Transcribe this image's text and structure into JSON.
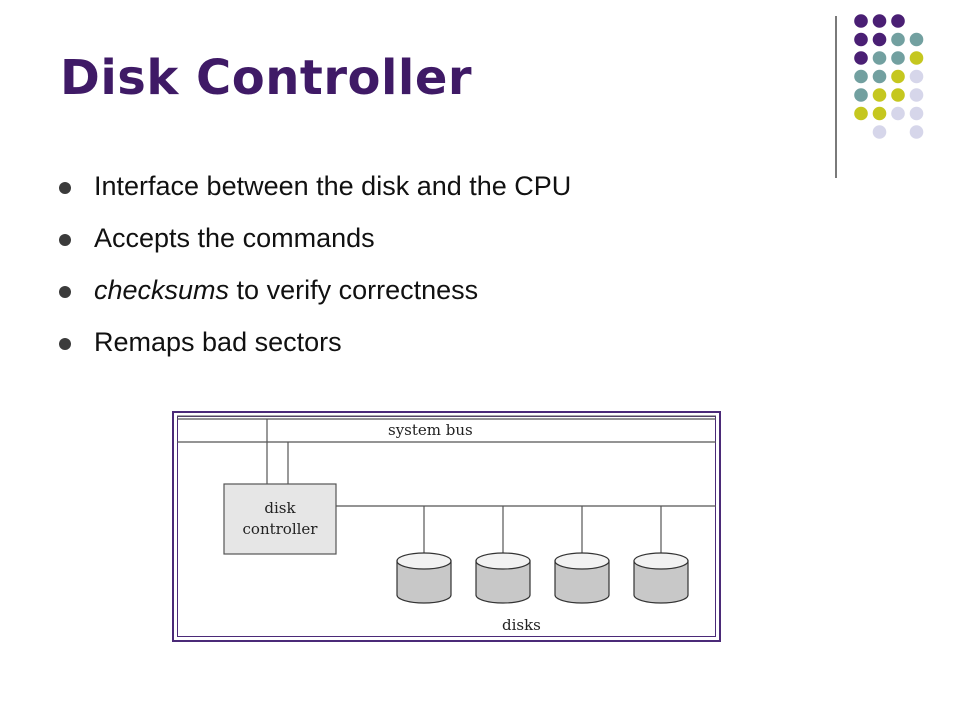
{
  "slide": {
    "title": "Disk Controller",
    "bullets": [
      {
        "em": "",
        "text": "Interface between the disk and the CPU"
      },
      {
        "em": "",
        "text": "Accepts the commands"
      },
      {
        "em": "checksums",
        "text": " to verify correctness"
      },
      {
        "em": "",
        "text": "Remaps bad sectors"
      }
    ]
  },
  "diagram": {
    "system_bus_label": "system bus",
    "controller_label_line1": "disk",
    "controller_label_line2": "controller",
    "disks_label": "disks",
    "disk_count": 4
  },
  "decoration": {
    "dot_colors": {
      "purple": "#4a1f74",
      "teal": "#72a0a0",
      "olive": "#c5c71f",
      "lavender": "#d6d6ea"
    },
    "dot_grid": [
      [
        "purple",
        "purple",
        "purple",
        ""
      ],
      [
        "purple",
        "purple",
        "teal",
        "teal"
      ],
      [
        "purple",
        "teal",
        "teal",
        "olive"
      ],
      [
        "teal",
        "teal",
        "olive",
        "lavender"
      ],
      [
        "teal",
        "olive",
        "olive",
        "lavender"
      ],
      [
        "olive",
        "olive",
        "lavender",
        "lavender"
      ],
      [
        "",
        "lavender",
        "",
        "lavender"
      ]
    ]
  },
  "colors": {
    "title": "#3f1a66",
    "frame": "#4b2a78",
    "controller_fill": "#e6e6e6",
    "disk_fill": "#c8c8c8"
  }
}
